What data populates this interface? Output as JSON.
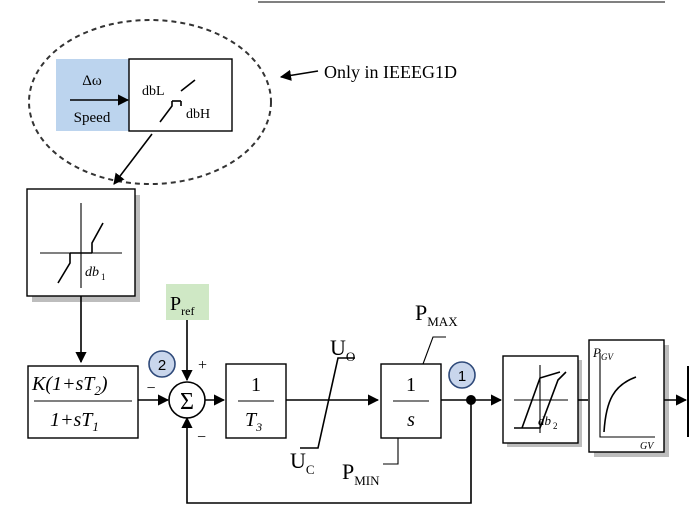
{
  "colors": {
    "deadband_box": "#bcd4ee",
    "pref_box": "#cfe8c5",
    "badge_fill": "#c9d6ec",
    "badge_stroke": "#2f4a7a",
    "line": "#000000"
  },
  "deadband_note": {
    "input_top": "Δω",
    "input_bottom": "Speed",
    "block_left": "dbL",
    "block_right": "dbH",
    "callout": "Only in IEEEG1D"
  },
  "db1_block": {
    "label": "db",
    "sub": "1"
  },
  "lead_lag": {
    "numerator": "K(1+sT",
    "numerator_sub": "2",
    "numerator_close": ")",
    "denominator": "1+sT",
    "denominator_sub": "1"
  },
  "badges": [
    "2",
    "1"
  ],
  "summing": {
    "symbol": "Σ",
    "sign_top": "+",
    "sign_left": "−",
    "sign_bottom": "−"
  },
  "pref": {
    "main": "P",
    "sub": "ref"
  },
  "t3_block": {
    "numerator": "1",
    "denominator": "T",
    "denominator_sub": "3"
  },
  "uo": {
    "main": "U",
    "sub": "O"
  },
  "uc": {
    "main": "U",
    "sub": "C"
  },
  "integrator": {
    "numerator": "1",
    "denominator": "s"
  },
  "pmax": {
    "main": "P",
    "sub": "MAX"
  },
  "pmin": {
    "main": "P",
    "sub": "MIN"
  },
  "db2_block": {
    "label": "db",
    "sub": "2"
  },
  "pgv_block": {
    "y_label": "P",
    "y_sub": "GV",
    "x_label": "GV"
  }
}
